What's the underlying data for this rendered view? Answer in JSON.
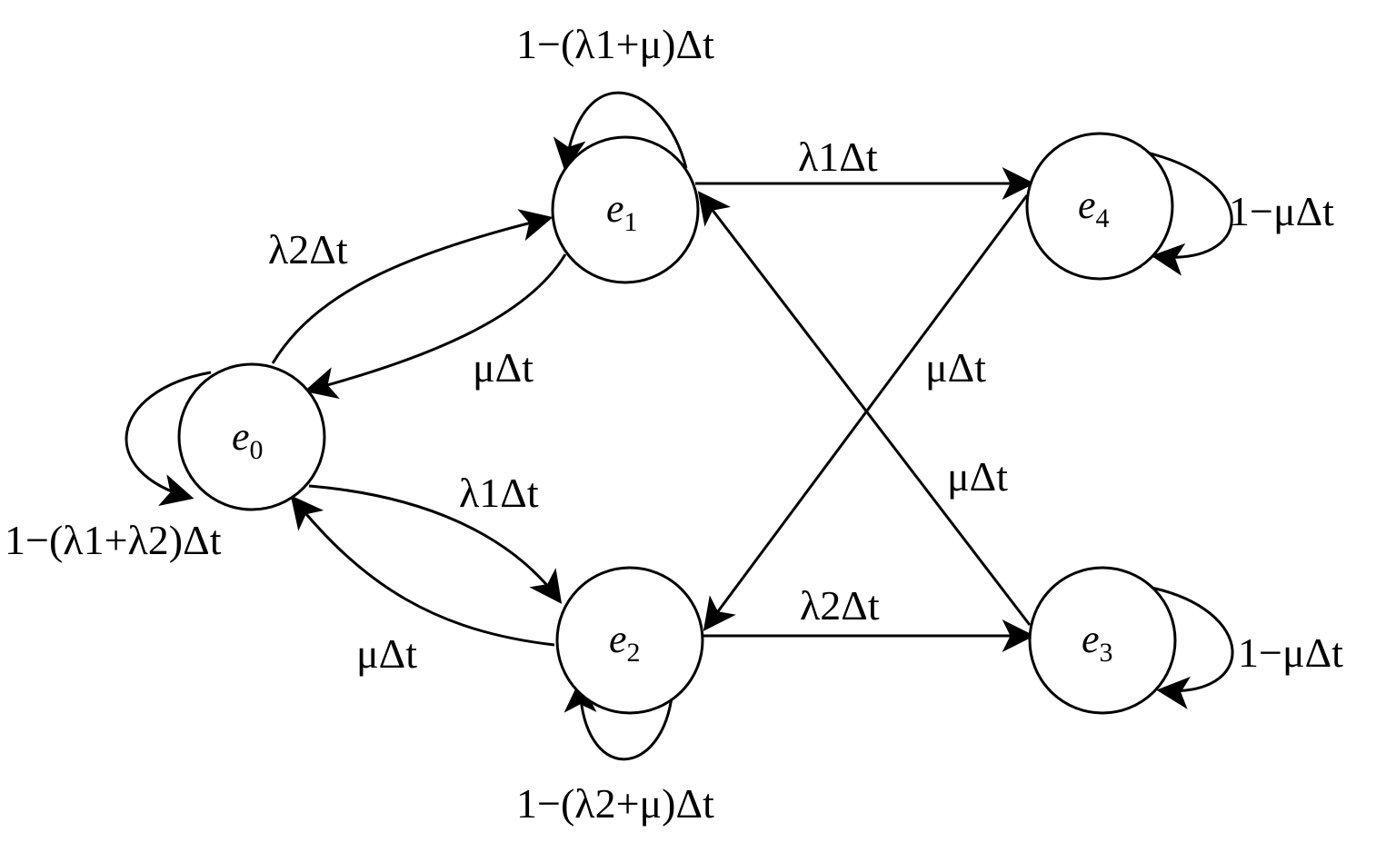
{
  "diagram": {
    "nodes": [
      {
        "id": "e0",
        "base": "e",
        "sub": "0"
      },
      {
        "id": "e1",
        "base": "e",
        "sub": "1"
      },
      {
        "id": "e2",
        "base": "e",
        "sub": "2"
      },
      {
        "id": "e3",
        "base": "e",
        "sub": "3"
      },
      {
        "id": "e4",
        "base": "e",
        "sub": "4"
      }
    ],
    "edges": [
      {
        "from": "e0",
        "to": "e1",
        "label": "λ2Δt"
      },
      {
        "from": "e1",
        "to": "e0",
        "label": "μΔt"
      },
      {
        "from": "e0",
        "to": "e2",
        "label": "λ1Δt"
      },
      {
        "from": "e2",
        "to": "e0",
        "label": "μΔt"
      },
      {
        "from": "e1",
        "to": "e4",
        "label": "λ1Δt"
      },
      {
        "from": "e4",
        "to": "e2",
        "label": "μΔt"
      },
      {
        "from": "e3",
        "to": "e1",
        "label": "μΔt"
      },
      {
        "from": "e2",
        "to": "e3",
        "label": "λ2Δt"
      },
      {
        "from": "e0",
        "to": "e0",
        "label": "1−(λ1+λ2)Δt"
      },
      {
        "from": "e1",
        "to": "e1",
        "label": "1−(λ1+μ)Δt"
      },
      {
        "from": "e2",
        "to": "e2",
        "label": "1−(λ2+μ)Δt"
      },
      {
        "from": "e4",
        "to": "e4",
        "label": "1−μΔt"
      },
      {
        "from": "e3",
        "to": "e3",
        "label": "1−μΔt"
      }
    ]
  }
}
